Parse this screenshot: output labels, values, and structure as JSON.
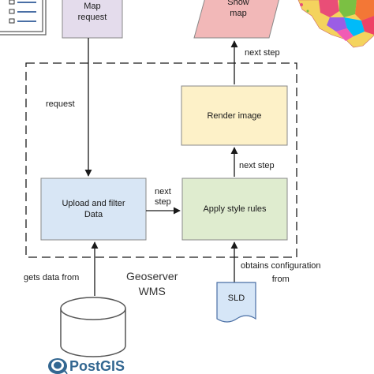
{
  "nodes": {
    "map_request": "Map\nrequest",
    "show_map": "Show\nmap",
    "render_image": "Render image",
    "upload_filter": "Upload and filter\nData",
    "apply_style": "Apply style rules",
    "sld": "SLD",
    "postgis": "PostGIS"
  },
  "edges": {
    "request": "request",
    "next_step_show": "next step",
    "next_step_render": "next step",
    "next_step_apply": "next\nstep",
    "gets_data_from": "gets data from",
    "obtains_config": "obtains configuration\nfrom"
  },
  "group": {
    "geoserver": "Geoserver\nWMS"
  },
  "colors": {
    "map_request_fill": "#e4dcec",
    "show_map_fill": "#f2b8b8",
    "render_fill": "#fdf1c8",
    "upload_fill": "#d8e6f5",
    "apply_fill": "#dfeccf",
    "sld_fill": "#d6e6f7",
    "postgis_blue": "#336791"
  }
}
